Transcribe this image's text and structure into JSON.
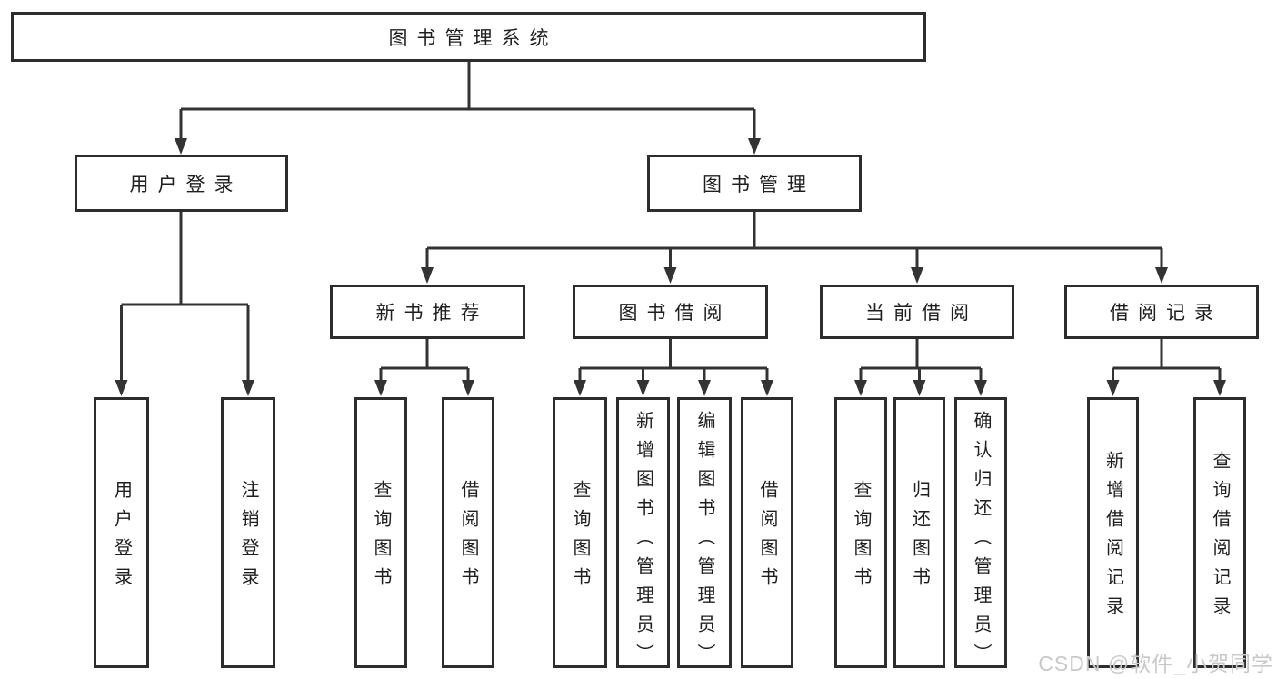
{
  "tree": {
    "label": "图书管理系统",
    "children": [
      {
        "label": "用户登录",
        "children": [
          {
            "label": "用户登录"
          },
          {
            "label": "注销登录"
          }
        ]
      },
      {
        "label": "图书管理",
        "children": [
          {
            "label": "新书推荐",
            "children": [
              {
                "label": "查询图书"
              },
              {
                "label": "借阅图书"
              }
            ]
          },
          {
            "label": "图书借阅",
            "children": [
              {
                "label": "查询图书"
              },
              {
                "label": "新增图书（管理员）"
              },
              {
                "label": "编辑图书（管理员）"
              },
              {
                "label": "借阅图书"
              }
            ]
          },
          {
            "label": "当前借阅",
            "children": [
              {
                "label": "查询图书"
              },
              {
                "label": "归还图书"
              },
              {
                "label": "确认归还（管理员）"
              }
            ]
          },
          {
            "label": "借阅记录",
            "children": [
              {
                "label": "新增借阅记录"
              },
              {
                "label": "查询借阅记录"
              }
            ]
          }
        ]
      }
    ]
  },
  "watermark": {
    "text": "CSDN @软件_小贺同学"
  },
  "colors": {
    "line": "#333333",
    "box_border": "#2d2d2d",
    "text": "#1f1f1f",
    "watermark": "#c9c9c9",
    "background": "#ffffff"
  }
}
